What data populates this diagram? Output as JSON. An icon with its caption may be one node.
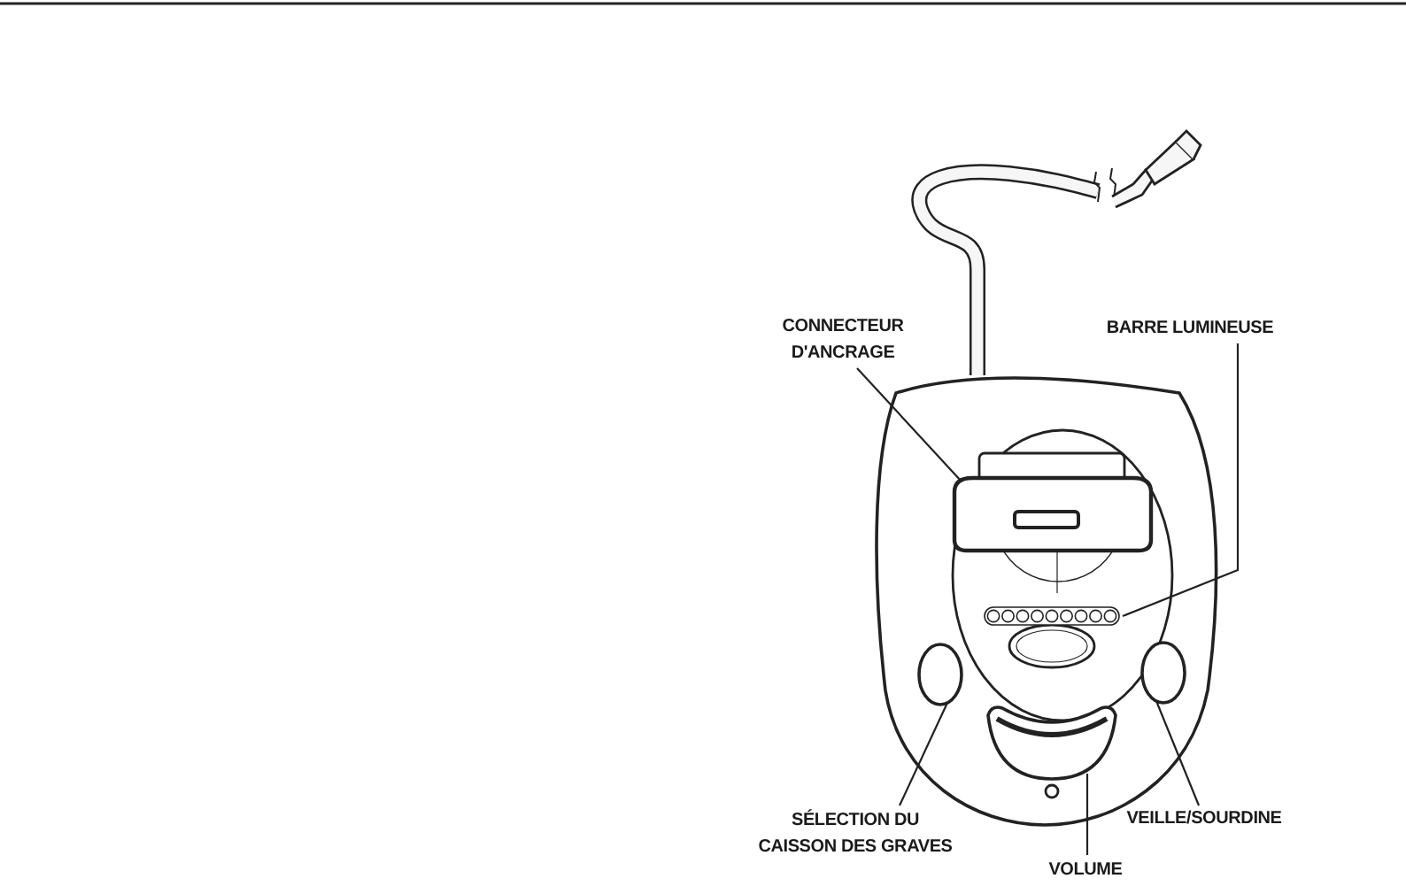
{
  "diagram": {
    "nodes": [
      {
        "text": [
          "CONNECTEUR D'ANCRAGE"
        ]
      },
      {
        "text": [
          "BARRE LUMINEUSE"
        ]
      },
      {
        "text": [
          "SÉLECTION DU CAISSON DES GRAVES"
        ]
      },
      {
        "text": [
          "VEILLE/SOURDINE"
        ]
      },
      {
        "text": [
          "VOLUME"
        ]
      },
      {
        "text": [],
        "shape": "box"
      },
      {
        "text": [],
        "shape": "bar"
      },
      {
        "text": [],
        "shape": "circle"
      },
      {
        "text": [],
        "shape": "circle"
      },
      {
        "text": [],
        "shape": "box"
      }
    ],
    "edges": [
      {
        "from": 0,
        "to": 5,
        "arrow": "none"
      },
      {
        "from": 1,
        "to": 6,
        "arrow": "none"
      },
      {
        "from": 2,
        "to": 7,
        "arrow": "none"
      },
      {
        "from": 3,
        "to": 8,
        "arrow": "none"
      },
      {
        "from": 4,
        "to": 9,
        "arrow": "none"
      }
    ]
  }
}
